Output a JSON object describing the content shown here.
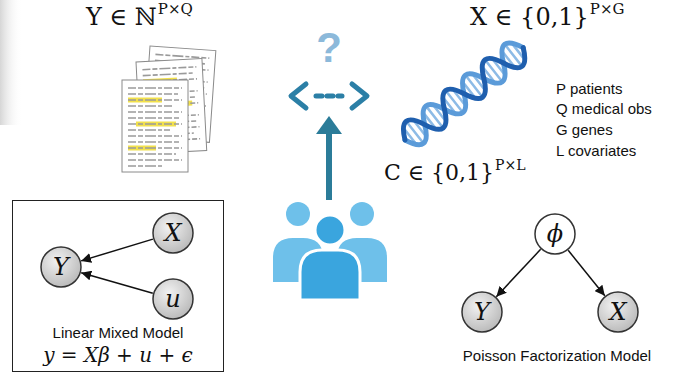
{
  "diagram": {
    "nodes": [
      {
        "text": [
          "Linear Mixed Model",
          "y = Xβ + u + ϵ"
        ]
      },
      {
        "text": [
          "X"
        ],
        "in": 0
      },
      {
        "text": [
          "Y"
        ],
        "in": 0
      },
      {
        "text": [
          "u"
        ],
        "in": 0
      },
      {
        "text": [
          "ϕ"
        ]
      },
      {
        "text": [
          "Y"
        ]
      },
      {
        "text": [
          "X"
        ]
      }
    ],
    "edges": [
      {
        "from": 1,
        "to": 2,
        "arrow": "to"
      },
      {
        "from": 3,
        "to": 2,
        "arrow": "to"
      },
      {
        "from": 4,
        "to": 5,
        "arrow": "to"
      },
      {
        "from": 4,
        "to": 6,
        "arrow": "to"
      }
    ],
    "labels": [
      "Y ∈ ℕ",
      "P×Q",
      "X ∈ {0,1}",
      "P×G",
      "?",
      "P patients",
      "Q medical obs",
      "G genes",
      "L covariates",
      "C ∈ {0,1}",
      "P×L",
      "Poisson Factorization Model"
    ]
  }
}
